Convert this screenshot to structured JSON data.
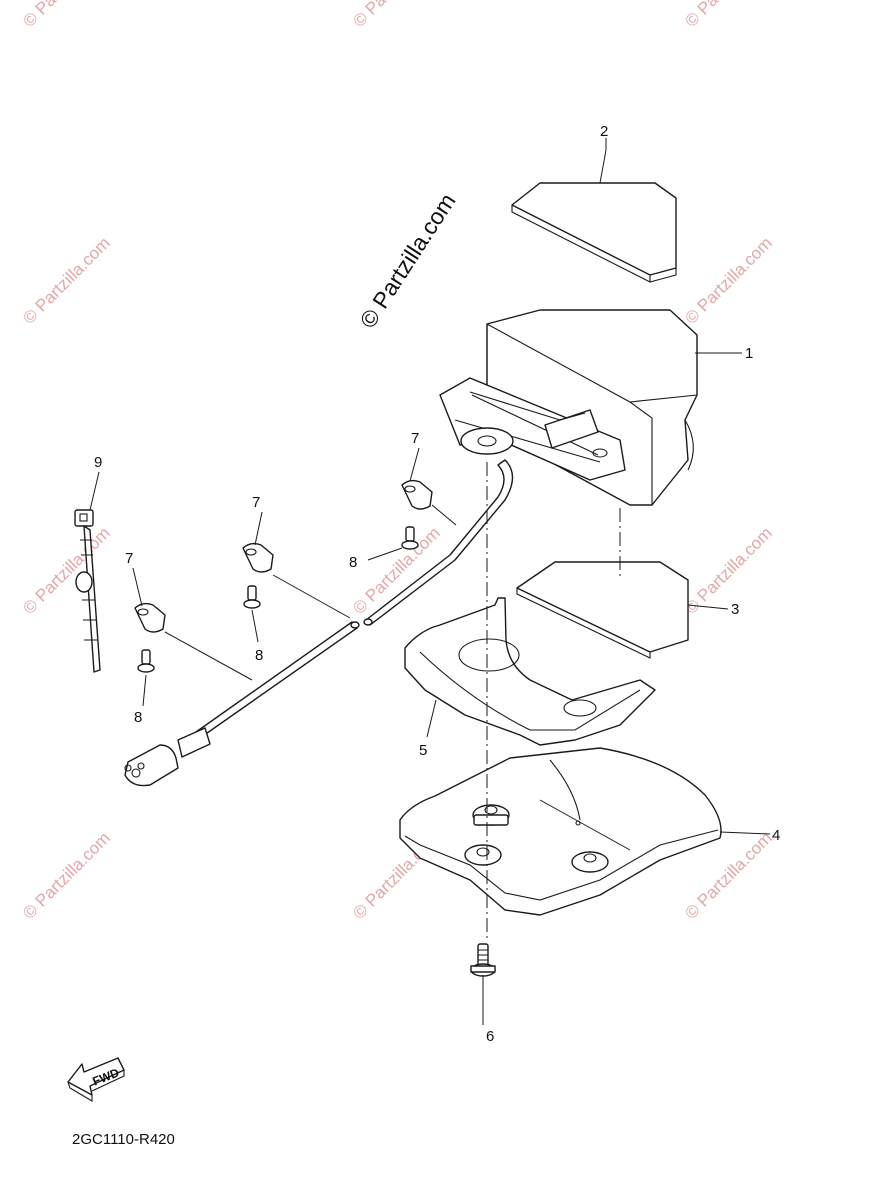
{
  "copyright": "© Partzilla.com",
  "watermark_text": "© Partzilla.com",
  "reference_code": "2GC1110-R420",
  "fwd_label": "FWD",
  "callouts": {
    "c1": "1",
    "c2": "2",
    "c3": "3",
    "c4": "4",
    "c5": "5",
    "c6": "6",
    "c7a": "7",
    "c7b": "7",
    "c7c": "7",
    "c8a": "8",
    "c8b": "8",
    "c8c": "8",
    "c9": "9"
  },
  "colors": {
    "line": "#1a1a1a",
    "watermark": "#e3a7a7"
  }
}
